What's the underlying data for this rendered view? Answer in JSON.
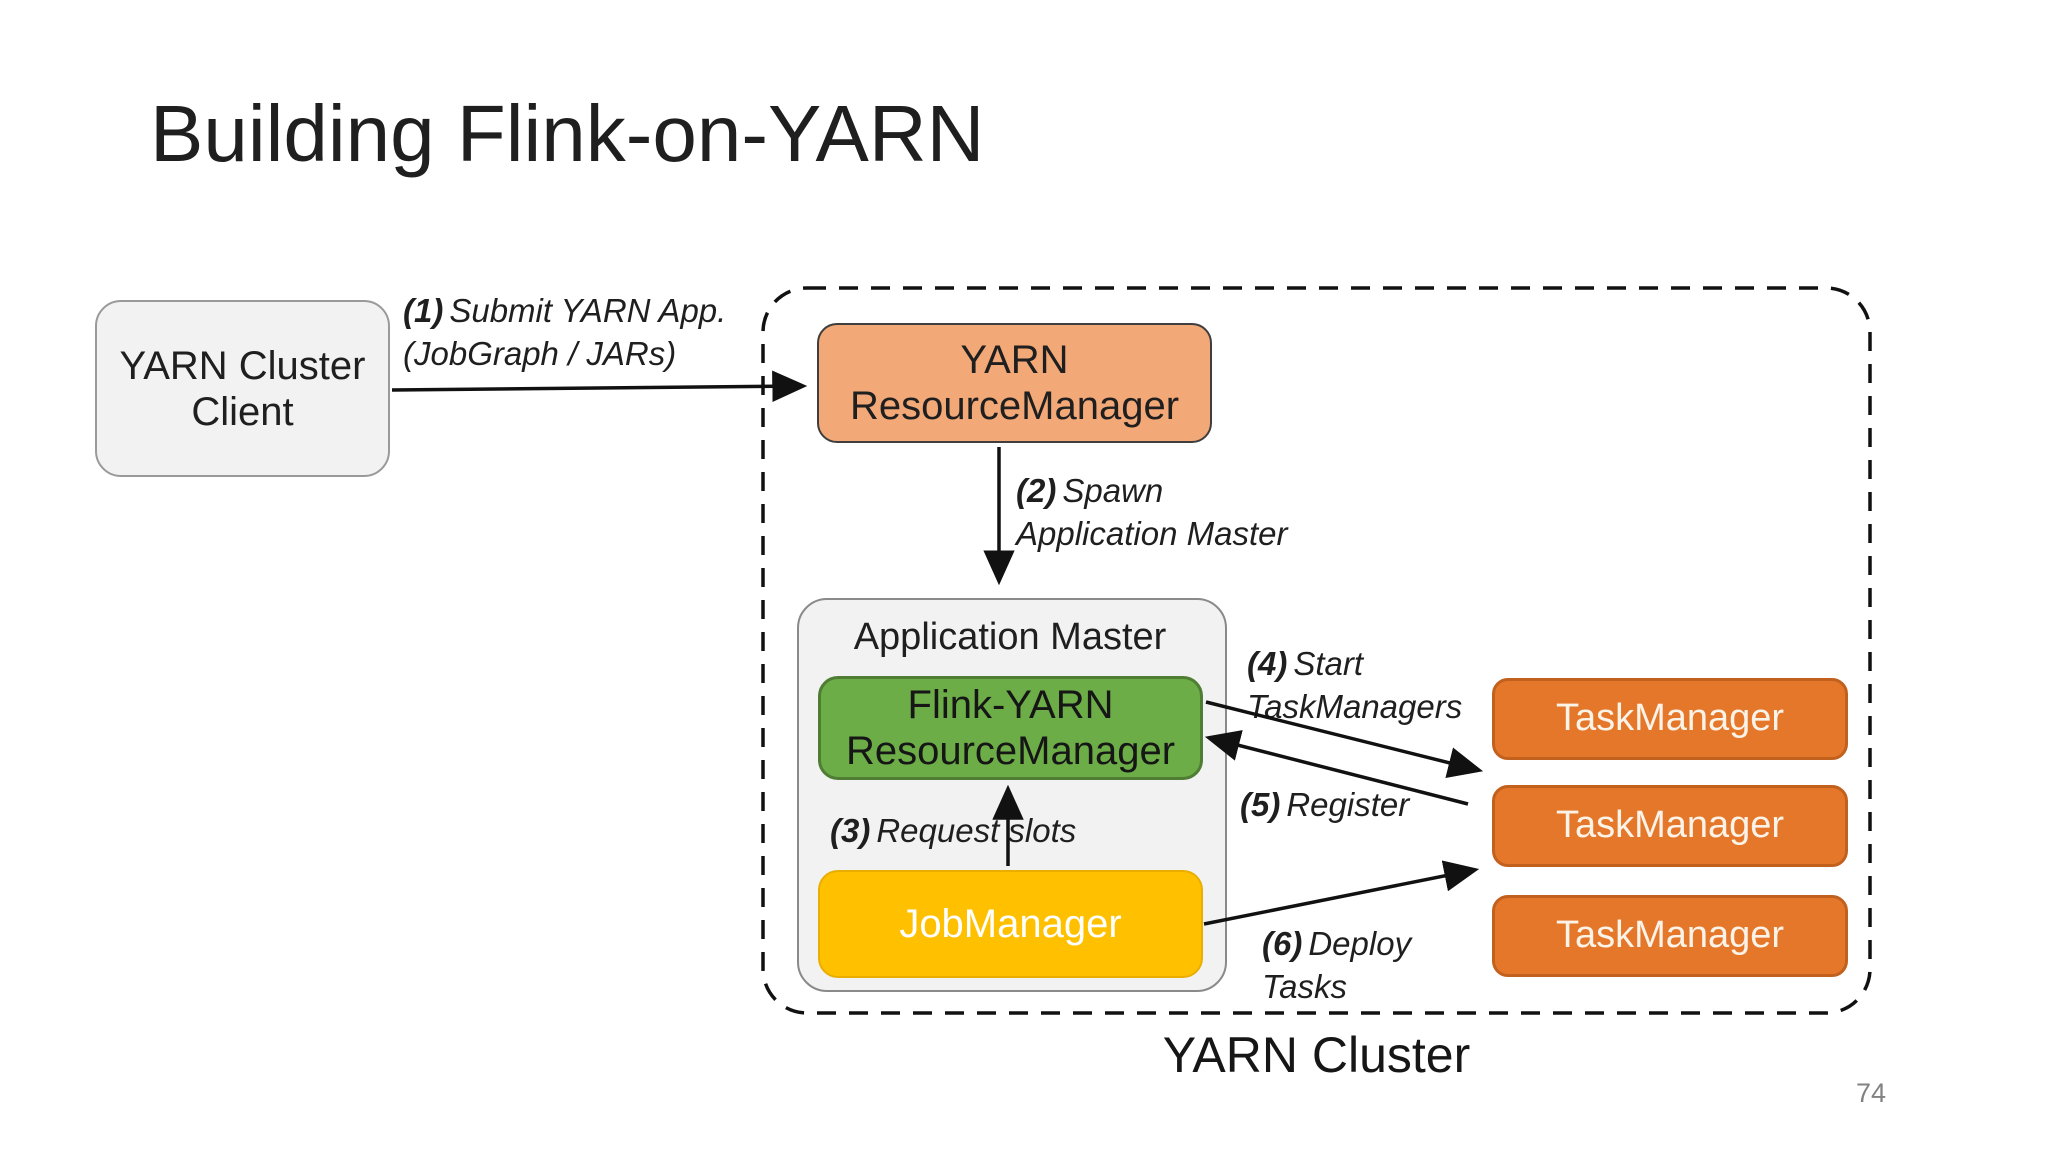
{
  "slide": {
    "title": "Building Flink-on-YARN",
    "cluster_caption": "YARN Cluster",
    "page_number": "74"
  },
  "nodes": {
    "client": {
      "line1": "YARN Cluster",
      "line2": "Client"
    },
    "yarn_rm": {
      "line1": "YARN",
      "line2": "ResourceManager"
    },
    "app_master": {
      "title": "Application Master"
    },
    "flink_rm": {
      "line1": "Flink-YARN",
      "line2": "ResourceManager"
    },
    "job_manager": {
      "label": "JobManager"
    },
    "task_managers": [
      "TaskManager",
      "TaskManager",
      "TaskManager"
    ]
  },
  "steps": {
    "step1": {
      "num": "(1)",
      "text1": "Submit YARN App.",
      "text2": "(JobGraph / JARs)"
    },
    "step2": {
      "num": "(2)",
      "text1": "Spawn",
      "text2": "Application Master"
    },
    "step3": {
      "num": "(3)",
      "text1": "Request slots"
    },
    "step4": {
      "num": "(4)",
      "text1": "Start",
      "text2": "TaskManagers"
    },
    "step5": {
      "num": "(5)",
      "text1": "Register"
    },
    "step6": {
      "num": "(6)",
      "text1": "Deploy",
      "text2": "Tasks"
    }
  },
  "colors": {
    "yarn_rm_fill": "#F3A877",
    "flink_rm_fill": "#6CAD47",
    "job_manager_fill": "#FFC000",
    "task_manager_fill": "#E5772A",
    "container_fill": "#F2F2F2",
    "connector": "#111111",
    "page_number_gray": "#828282"
  }
}
